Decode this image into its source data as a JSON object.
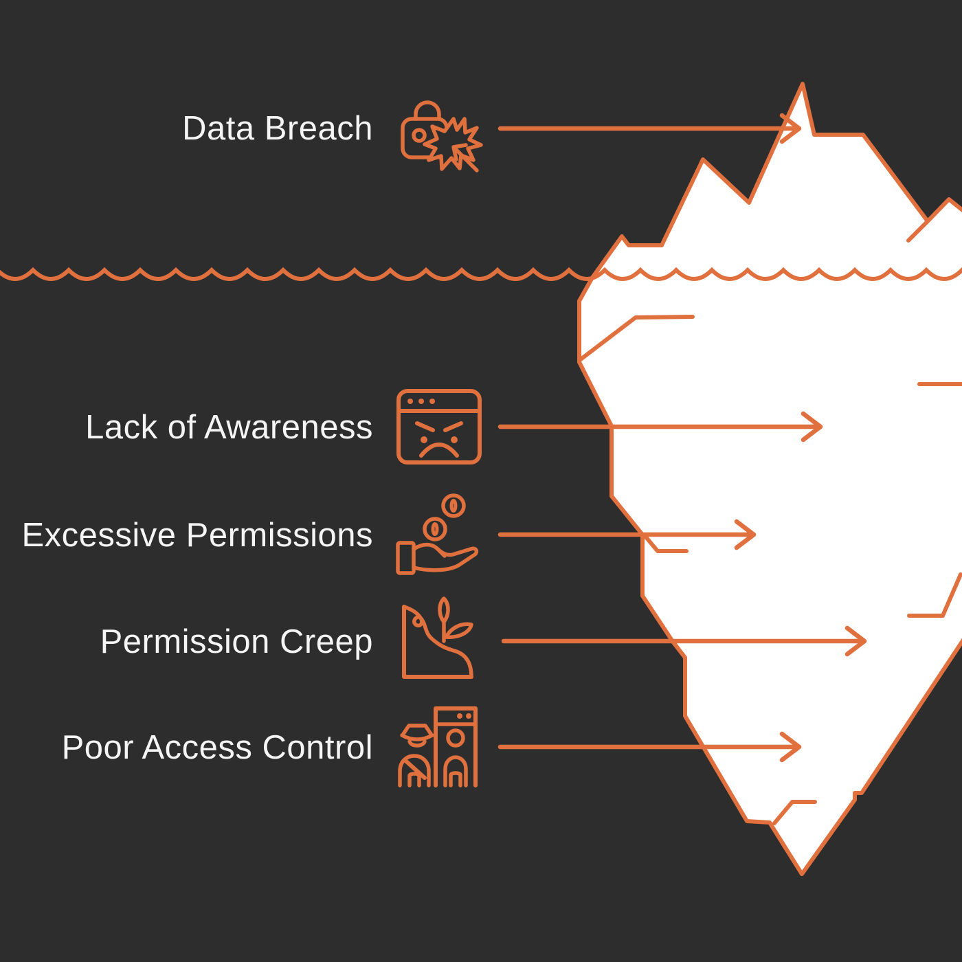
{
  "colors": {
    "background": "#2D2D2D",
    "accent_orange": "#E0703E",
    "iceberg_fill": "#FFFFFF",
    "label_text": "#F5F5F5"
  },
  "diagram": {
    "type": "iceberg-infographic",
    "items": [
      {
        "label": "Data Breach",
        "icon": "lock-breach-icon",
        "position": "above-waterline"
      },
      {
        "label": "Lack of Awareness",
        "icon": "angry-browser-icon",
        "position": "below-waterline"
      },
      {
        "label": "Excessive Permissions",
        "icon": "hand-coins-icon",
        "position": "below-waterline"
      },
      {
        "label": "Permission Creep",
        "icon": "growing-plant-icon",
        "position": "below-waterline"
      },
      {
        "label": "Poor Access Control",
        "icon": "security-gate-icon",
        "position": "below-waterline"
      }
    ]
  }
}
